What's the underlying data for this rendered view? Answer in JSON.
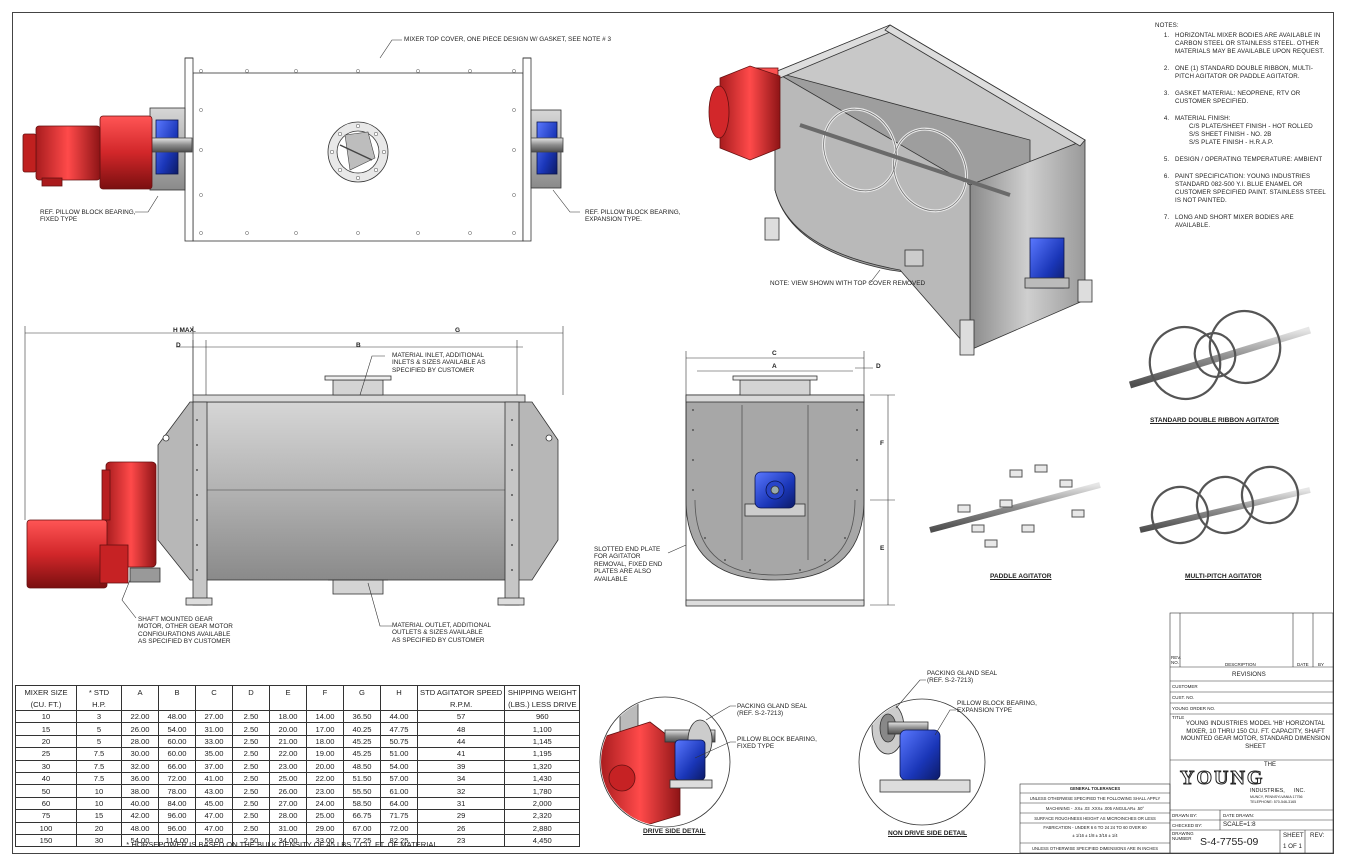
{
  "colors": {
    "red": "#d2272a",
    "blue": "#1a36b8",
    "steel": "#a9a9a9",
    "steel_light": "#cfcfcf",
    "steel_dark": "#7d7d7d",
    "line": "#333333"
  },
  "callouts": {
    "top_cover": "MIXER TOP COVER, ONE PIECE DESIGN W/ GASKET, SEE NOTE # 3",
    "fixed_bearing": "REF. PILLOW BLOCK BEARING, FIXED TYPE",
    "expansion_bearing": "REF. PILLOW BLOCK BEARING, EXPANSION TYPE.",
    "view_note": "NOTE: VIEW SHOWN WITH TOP COVER REMOVED",
    "material_inlet": "MATERIAL INLET, ADDITIONAL INLETS & SIZES AVAILABLE AS SPECIFIED BY CUSTOMER",
    "slotted_end": "SLOTTED END PLATE FOR AGITATOR REMOVAL, FIXED END PLATES ARE ALSO AVAILABLE",
    "gear_motor": "SHAFT MOUNTED GEAR MOTOR, OTHER GEAR MOTOR CONFIGURATIONS AVAILABLE AS SPECIFIED BY CUSTOMER",
    "material_outlet": "MATERIAL OUTLET, ADDITIONAL OUTLETS & SIZES AVAILABLE AS SPECIFIED BY CUSTOMER",
    "packing_seal_drive": "PACKING GLAND SEAL (REF. S-2-7213)",
    "bearing_drive": "PILLOW BLOCK BEARING, FIXED TYPE",
    "packing_seal_nondrive": "PACKING GLAND SEAL (REF. S-2-7213)",
    "bearing_nondrive": "PILLOW BLOCK BEARING, EXPANSION TYPE"
  },
  "dimensions": {
    "h_max": "H  MAX.",
    "g": "G",
    "d_left": "D",
    "b": "B",
    "c": "C",
    "a": "A",
    "d_right": "D",
    "f": "F",
    "e": "E"
  },
  "captions": {
    "double_ribbon": "STANDARD DOUBLE RIBBON AGITATOR",
    "paddle": "PADDLE AGITATOR",
    "multi_pitch": "MULTI-PITCH AGITATOR",
    "drive_side": "DRIVE SIDE DETAIL",
    "non_drive_side": "NON DRIVE SIDE DETAIL"
  },
  "notes": {
    "heading": "NOTES:",
    "items": [
      "HORIZONTAL MIXER BODIES ARE AVAILABLE IN CARBON STEEL OR STAINLESS STEEL. OTHER MATERIALS MAY BE AVAILABLE UPON REQUEST.",
      "ONE (1) STANDARD DOUBLE RIBBON, MULTI-PITCH AGITATOR OR PADDLE AGITATOR.",
      "GASKET MATERIAL: NEOPRENE, RTV OR CUSTOMER SPECIFIED.",
      "MATERIAL FINISH:",
      "DESIGN / OPERATING TEMPERATURE: AMBIENT",
      "PAINT SPECIFICATION: YOUNG INDUSTRIES STANDARD 082-500 Y.I. BLUE ENAMEL OR CUSTOMER SPECIFIED PAINT. STAINLESS STEEL IS NOT PAINTED.",
      "LONG AND SHORT MIXER BODIES ARE AVAILABLE."
    ],
    "finish_lines": [
      "C/S PLATE/SHEET FINISH - HOT ROLLED",
      "S/S SHEET FINISH - NO. 2B",
      "S/S PLATE FINISH - H.R.A.P."
    ]
  },
  "table": {
    "headers": [
      [
        "MIXER SIZE",
        "(CU. FT.)"
      ],
      [
        "* STD",
        "H.P."
      ],
      [
        "A",
        ""
      ],
      [
        "B",
        ""
      ],
      [
        "C",
        ""
      ],
      [
        "D",
        ""
      ],
      [
        "E",
        ""
      ],
      [
        "F",
        ""
      ],
      [
        "G",
        ""
      ],
      [
        "H",
        ""
      ],
      [
        "STD AGITATOR SPEED",
        "R.P.M."
      ],
      [
        "SHIPPING WEIGHT",
        "(LBS.) LESS DRIVE"
      ]
    ],
    "rows": [
      [
        "10",
        "3",
        "22.00",
        "48.00",
        "27.00",
        "2.50",
        "18.00",
        "14.00",
        "36.50",
        "44.00",
        "57",
        "960"
      ],
      [
        "15",
        "5",
        "26.00",
        "54.00",
        "31.00",
        "2.50",
        "20.00",
        "17.00",
        "40.25",
        "47.75",
        "48",
        "1,100"
      ],
      [
        "20",
        "5",
        "28.00",
        "60.00",
        "33.00",
        "2.50",
        "21.00",
        "18.00",
        "45.25",
        "50.75",
        "44",
        "1,145"
      ],
      [
        "25",
        "7.5",
        "30.00",
        "60.00",
        "35.00",
        "2.50",
        "22.00",
        "19.00",
        "45.25",
        "51.00",
        "41",
        "1,195"
      ],
      [
        "30",
        "7.5",
        "32.00",
        "66.00",
        "37.00",
        "2.50",
        "23.00",
        "20.00",
        "48.50",
        "54.00",
        "39",
        "1,320"
      ],
      [
        "40",
        "7.5",
        "36.00",
        "72.00",
        "41.00",
        "2.50",
        "25.00",
        "22.00",
        "51.50",
        "57.00",
        "34",
        "1,430"
      ],
      [
        "50",
        "10",
        "38.00",
        "78.00",
        "43.00",
        "2.50",
        "26.00",
        "23.00",
        "55.50",
        "61.00",
        "32",
        "1,780"
      ],
      [
        "60",
        "10",
        "40.00",
        "84.00",
        "45.00",
        "2.50",
        "27.00",
        "24.00",
        "58.50",
        "64.00",
        "31",
        "2,000"
      ],
      [
        "75",
        "15",
        "42.00",
        "96.00",
        "47.00",
        "2.50",
        "28.00",
        "25.00",
        "66.75",
        "71.75",
        "29",
        "2,320"
      ],
      [
        "100",
        "20",
        "48.00",
        "96.00",
        "47.00",
        "2.50",
        "31.00",
        "29.00",
        "67.00",
        "72.00",
        "26",
        "2,880"
      ],
      [
        "150",
        "30",
        "54.00",
        "114.00",
        "59.00",
        "2.50",
        "34.00",
        "33.00",
        "77.25",
        "82.25",
        "23",
        "4,450"
      ]
    ],
    "footnote": "* HORSEPOWER IS BASED ON THE BULK DENSITY OF 45 LBS. / CU. FT. OF MATERIAL"
  },
  "title_block": {
    "rev_cols": {
      "rev_no": "REV. NO.",
      "description": "DESCRIPTION",
      "date": "DATE",
      "by": "BY"
    },
    "revisions": "REVISIONS",
    "customer": "CUSTOMER",
    "cust_no": "CUST. NO.",
    "young_order": "YOUNG ORDER NO.",
    "title_label": "TITLE",
    "title": "YOUNG INDUSTRIES MODEL 'HB' HORIZONTAL MIXER, 10 THRU 150 CU. FT. CAPACITY, SHAFT MOUNTED GEAR MOTOR, STANDARD DIMENSION SHEET",
    "company": {
      "the": "THE",
      "name": "YOUNG",
      "industries": "INDUSTRIES,",
      "inc": "INC.",
      "address": "MUNCY, PENNSYLVANIA  17756",
      "phone": "TELEPHONE:  570-546-3165"
    },
    "drawn_by": "DRAWN BY:",
    "date_drawn": "DATE DRAWN:",
    "checked_by": "CHECKED BY:",
    "scale": "SCALE=1:8",
    "drawing_number_label": "DRAWING NUMBER",
    "drawing_number": "S-4-7755-09",
    "sheet_label": "SHEET",
    "sheet": "1 OF 1",
    "rev_label": "REV:"
  },
  "tolerances": {
    "heading": "GENERAL TOLERANCES",
    "line1": "UNLESS OTHERWISE SPECIFIED THE FOLLOWING SHALL APPLY",
    "line2": "MACHINING - .XX± .03 .XXX± .005 ANGULAR± .50°",
    "line3": "SURFACE ROUGHNESS HEIGHT AS MICROINCHES OR LESS",
    "line4": "FABRICATION - UNDER 6  6 TO 24  24 TO 60  OVER 60",
    "line5": "± 1/16   ± 1/8   ± 3/16   ± 1/4",
    "line6": "UNLESS OTHERWISE SPECIFIED DIMENSIONS ARE IN INCHES"
  }
}
